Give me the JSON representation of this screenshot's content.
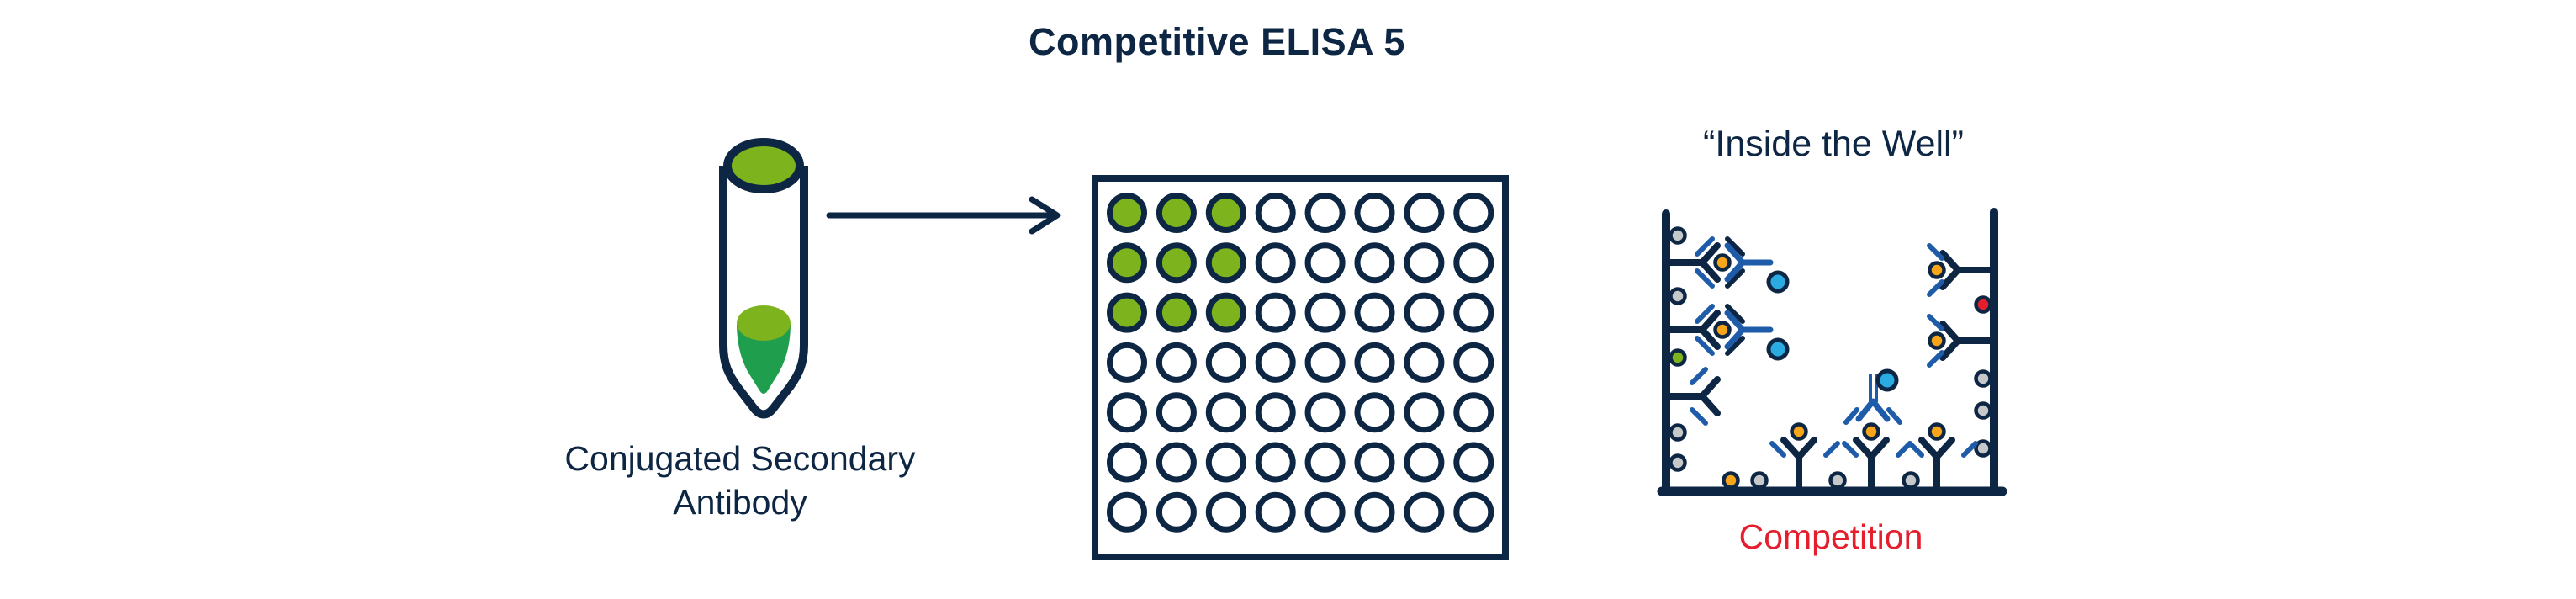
{
  "title": "Competitive ELISA 5",
  "reagent": {
    "label_line1": "Conjugated Secondary",
    "label_line2": "Antibody"
  },
  "plate": {
    "rows": 7,
    "cols": 8,
    "filled": {
      "rows": 3,
      "cols": 3
    }
  },
  "well_view": {
    "title": "“Inside the Well”",
    "caption": "Competition"
  },
  "colors": {
    "navy": "#0d2644",
    "blue": "#1e5ca9",
    "cyan": "#2aabe2",
    "orange": "#f9a51a",
    "gray": "#c6c8ca",
    "green": "#7db31d",
    "dark_green": "#1f9e4e",
    "red": "#e51e2e",
    "background": "#ffffff"
  }
}
